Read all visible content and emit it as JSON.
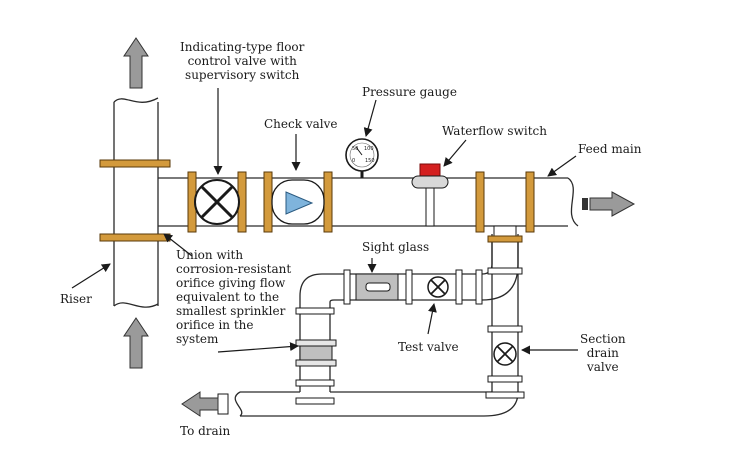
{
  "diagram": {
    "labels": {
      "floor_valve": [
        "Indicating-type floor",
        "control valve with",
        "supervisory switch"
      ],
      "check_valve": "Check valve",
      "pressure_gauge": "Pressure gauge",
      "waterflow_switch": "Waterflow switch",
      "feed_main": "Feed main",
      "union": [
        "Union with",
        "corrosion-resistant",
        "orifice giving flow",
        "equivalent to the",
        "smallest sprinkler",
        "orifice in the",
        "system"
      ],
      "riser": "Riser",
      "sight_glass": "Sight glass",
      "test_valve": "Test valve",
      "section_drain_valve": [
        "Section",
        "drain",
        "valve"
      ],
      "to_drain": "To drain"
    },
    "gauge_scale": [
      "50",
      "100",
      "150",
      "0"
    ]
  },
  "colors": {
    "flange": "#d39a3c",
    "pipe_stroke": "#2a2a2a",
    "check_triangle": "#7fb4dc",
    "switch_red": "#d42020",
    "arrow_fill": "#9a9a9a"
  }
}
